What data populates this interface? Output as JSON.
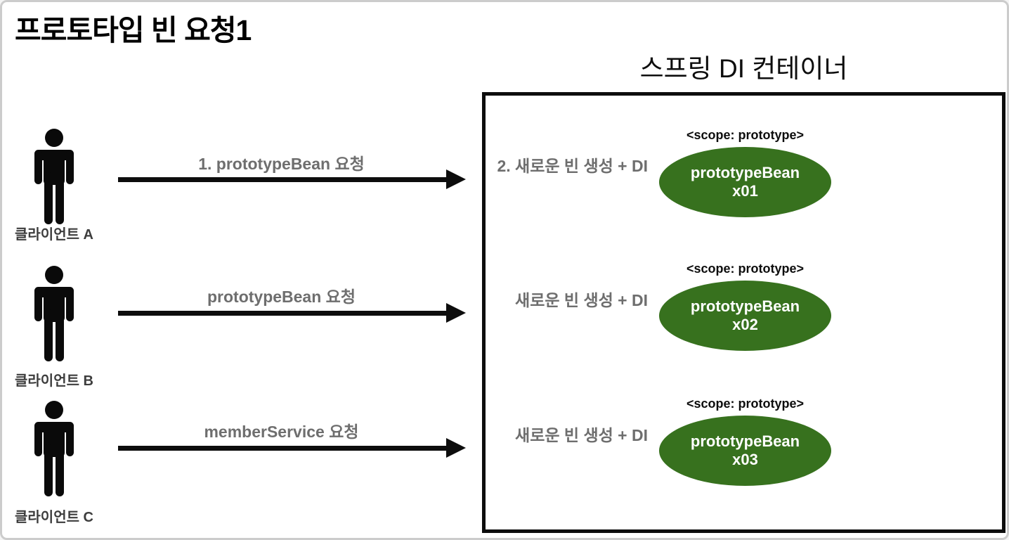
{
  "title": "프로토타입 빈 요청1",
  "container": {
    "title": "스프링 DI 컨테이너"
  },
  "colors": {
    "bean_green": "#37711E",
    "label_gray": "#6e6e6e",
    "line_black": "#0d0d0d",
    "frame_gray": "#cccccc"
  },
  "rows": [
    {
      "client_label": "클라이언트 A",
      "arrow_label": "1. prototypeBean 요청",
      "container_label": "2. 새로운 빈 생성 + DI",
      "scope_label": "<scope: prototype>",
      "bean_name": "prototypeBean",
      "bean_instance": "x01"
    },
    {
      "client_label": "클라이언트 B",
      "arrow_label": "prototypeBean 요청",
      "container_label": "새로운 빈 생성 + DI",
      "scope_label": "<scope: prototype>",
      "bean_name": "prototypeBean",
      "bean_instance": "x02"
    },
    {
      "client_label": "클라이언트 C",
      "arrow_label": "memberService 요청",
      "container_label": "새로운 빈 생성 + DI",
      "scope_label": "<scope: prototype>",
      "bean_name": "prototypeBean",
      "bean_instance": "x03"
    }
  ]
}
